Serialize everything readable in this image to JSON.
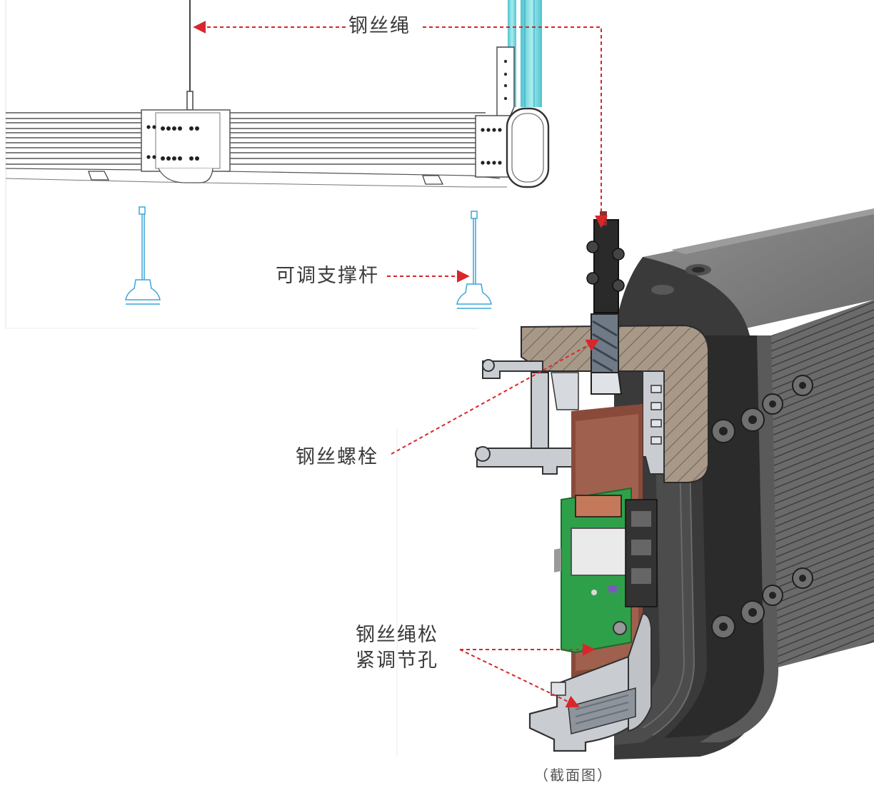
{
  "labels": {
    "wire_rope": "钢丝绳",
    "support_rod": "可调支撑杆",
    "wire_bolt": "钢丝螺栓",
    "tension_hole_line1": "钢丝绳松",
    "tension_hole_line2": "紧调节孔"
  },
  "caption": "（截面图）",
  "colors": {
    "callout_red": "#d9262b",
    "line_gray": "#3a3a3a",
    "rod_blue": "#3aa7d9",
    "cable_cyan": "#6fd6df",
    "body_dark": "#5a5a5a",
    "endcap_black": "#303030",
    "pcb_green": "#2fa04a",
    "copper": "#8a4a3a"
  },
  "icons": [
    "wire-rope-drawing",
    "support-rod-drawing",
    "cross-section-drawing",
    "arrow-head"
  ]
}
